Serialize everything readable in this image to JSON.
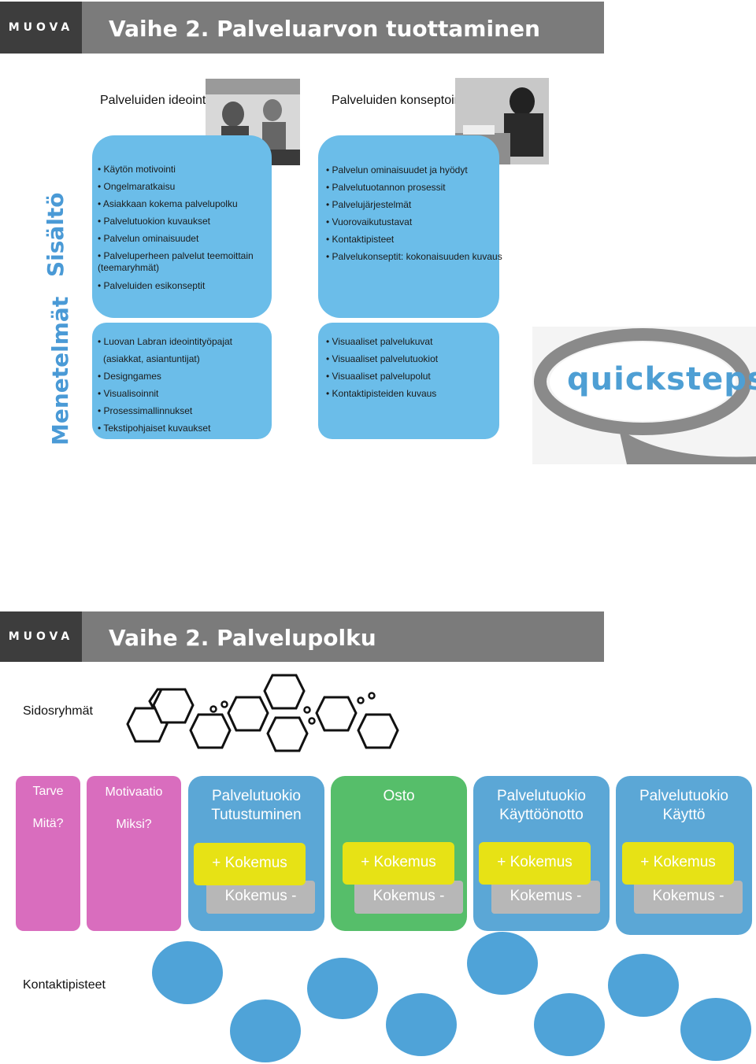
{
  "slide1": {
    "logo": "MUOVA",
    "title": "Vaihe 2. Palveluarvon tuottaminen",
    "col1_heading": "Palveluiden ideointi",
    "col2_heading": "Palveluiden konseptointi",
    "row1_label": "Sisältö",
    "row2_label": "Menetelmät",
    "sisalto_ideointi": [
      "Käytön motivointi",
      "Ongelmaratkaisu",
      "Asiakkaan kokema palvelupolku",
      "Palvelutuokion kuvaukset",
      "Palvelun ominaisuudet",
      "Palveluperheen palvelut teemoittain (teemaryhmät)",
      "Palveluiden esikonseptit"
    ],
    "sisalto_konseptointi": [
      "Palvelun ominaisuudet ja hyödyt",
      "Palvelutuotannon prosessit",
      "Palvelujärjestelmät",
      "Vuorovaikutustavat",
      "Kontaktipisteet",
      "Palvelukonseptit: kokonaisuuden kuvaus"
    ],
    "menetelmat_ideointi": [
      "Luovan Labran ideointityöpajat",
      "(asiakkat, asiantuntijat)",
      "Designgames",
      "Visualisoinnit",
      "Prosessimallinnukset",
      "Tekstipohjaiset kuvaukset"
    ],
    "menetelmat_konseptointi": [
      "Visuaaliset palvelukuvat",
      "Visuaaliset palvelutuokiot",
      "Visuaaliset palvelupolut",
      "Kontaktipisteiden kuvaus"
    ],
    "quicksteps_logo": "quicksteps"
  },
  "slide2": {
    "logo": "MUOVA",
    "title": "Vaihe 2. Palvelupolku",
    "sidosryhmat_label": "Sidosryhmät",
    "kontaktipisteet_label": "Kontaktipisteet",
    "stages": [
      {
        "line1": "Tarve",
        "line2": "Mitä?"
      },
      {
        "line1": "Motivaatio",
        "line2": "Miksi?"
      },
      {
        "line1": "Palvelutuokio",
        "line2": "Tutustuminen"
      },
      {
        "line1": "Osto",
        "line2": ""
      },
      {
        "line1": "Palvelutuokio",
        "line2": "Käyttöönotto"
      },
      {
        "line1": "Palvelutuokio",
        "line2": "Käyttö"
      }
    ],
    "plus_label": "+ Kokemus",
    "minus_label": "Kokemus -",
    "colors": {
      "pink": "#d96dbe",
      "blue": "#5ba7d6",
      "green": "#56be6a",
      "yellow": "#e7e215",
      "grey": "#b7b7b7"
    }
  }
}
